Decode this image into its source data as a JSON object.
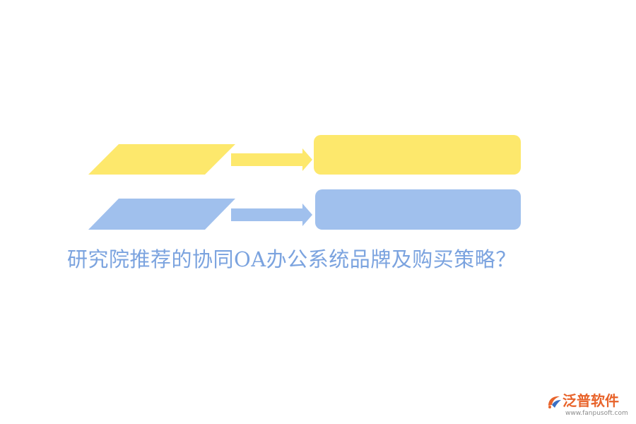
{
  "colors": {
    "yellow": "#fde86c",
    "blue": "#a0c0ed",
    "title_text": "#7ba3df",
    "logo_text": "#e8632a",
    "logo_url": "#8c8c8c"
  },
  "diagram": {
    "rows": [
      {
        "shape": "parallelogram",
        "connector": "arrow-right",
        "target": "rounded-rectangle",
        "color": "yellow"
      },
      {
        "shape": "parallelogram",
        "connector": "arrow-right",
        "target": "rounded-rectangle",
        "color": "blue"
      }
    ]
  },
  "title": "研究院推荐的协同OA办公系统品牌及购买策略？",
  "logo": {
    "text": "泛普软件",
    "url": "www.fanpusoft.com",
    "icon": "fanpu-logo-icon"
  }
}
